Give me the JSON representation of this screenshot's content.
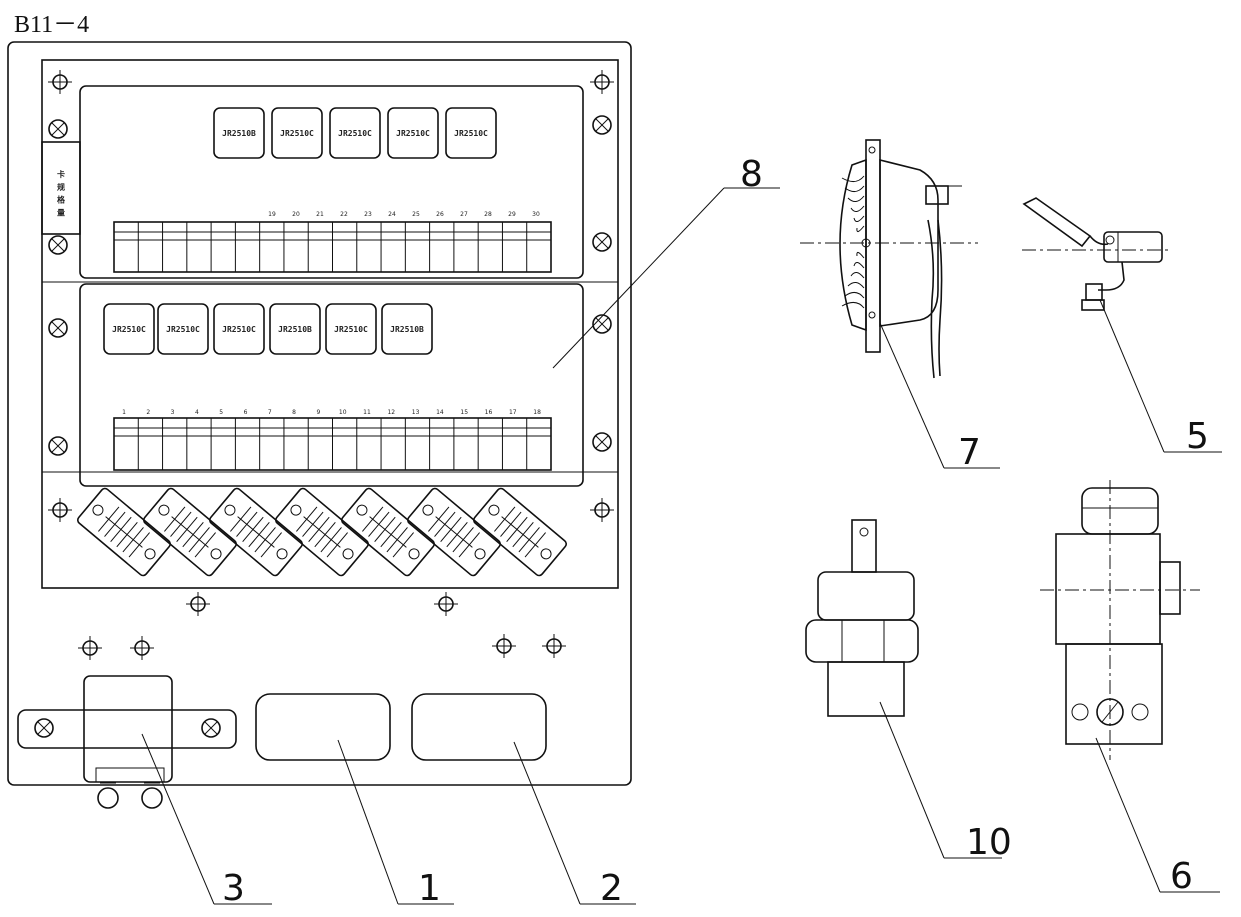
{
  "title": "B11－4",
  "callouts": [
    "1",
    "2",
    "3",
    "5",
    "6",
    "7",
    "8",
    "10"
  ],
  "upper_relays": [
    "JR2510B",
    "JR2510C",
    "JR2510C",
    "JR2510C",
    "JR2510C"
  ],
  "lower_relays": [
    "JR2510C",
    "JR2510C",
    "JR2510C",
    "JR2510B",
    "JR2510C",
    "JR2510B"
  ],
  "upper_fuse_numbers": [
    "19",
    "20",
    "21",
    "22",
    "23",
    "24",
    "25",
    "26",
    "27",
    "28",
    "29",
    "30"
  ],
  "lower_fuse_numbers": [
    "1",
    "2",
    "3",
    "4",
    "5",
    "6",
    "7",
    "8",
    "9",
    "10",
    "11",
    "12",
    "13",
    "14",
    "15",
    "16",
    "17",
    "18"
  ],
  "side_label": "卡 规 格 量"
}
